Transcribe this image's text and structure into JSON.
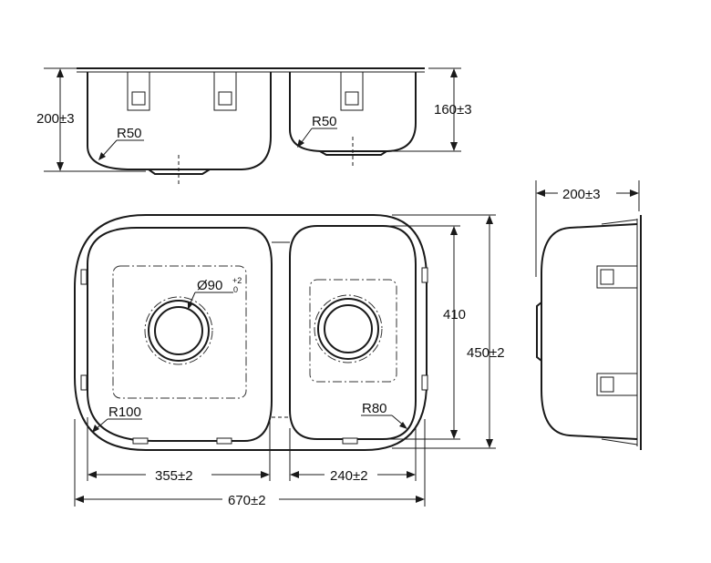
{
  "dimensions": {
    "top_depth_left": "200±3",
    "top_radius_left": "R50",
    "top_radius_right": "R50",
    "top_depth_right": "160±3",
    "side_depth": "200±3",
    "drain_diameter": "Ø90",
    "drain_tol_upper": "+2",
    "drain_tol_lower": "0",
    "inner_height": "410",
    "outer_height": "450±2",
    "corner_radius_left": "R100",
    "corner_radius_right": "R80",
    "bowl_width_left": "355±2",
    "bowl_width_right": "240±2",
    "overall_width": "670±2"
  }
}
